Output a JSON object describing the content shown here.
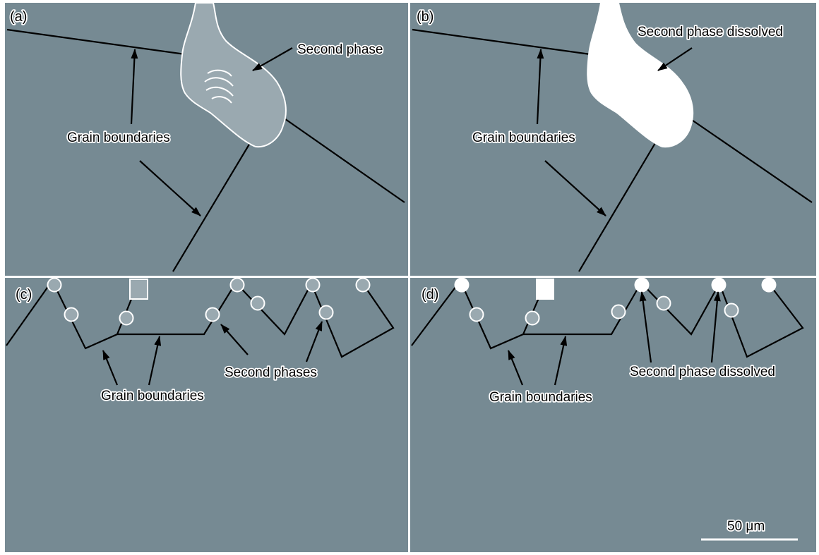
{
  "colors": {
    "matrix": "#768a93",
    "frame": "#ffffff",
    "second_phase": "#9aa9b0",
    "second_phase_outline": "#ffffff",
    "second_phase_dissolved": "#ffffff",
    "boundary": "#000000"
  },
  "panels": {
    "a": {
      "label": "(a)",
      "second_phase_label": "Second phase",
      "grain_boundaries_label": "Grain boundaries"
    },
    "b": {
      "label": "(b)",
      "dissolved_label": "Second phase dissolved",
      "grain_boundaries_label": "Grain boundaries"
    },
    "c": {
      "label": "(c)",
      "second_phases_label": "Second phases",
      "grain_boundaries_label": "Grain boundaries"
    },
    "d": {
      "label": "(d)",
      "dissolved_label": "Second phase dissolved",
      "grain_boundaries_label": "Grain boundaries"
    }
  },
  "scale_bar": {
    "label": "50 μm"
  }
}
